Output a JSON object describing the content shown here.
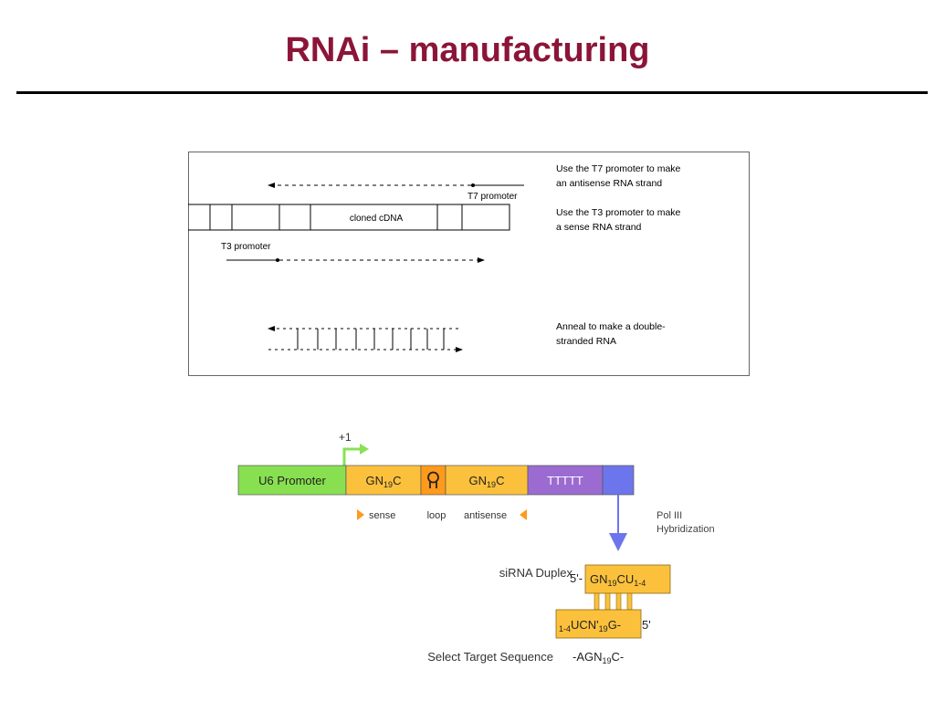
{
  "slide": {
    "title": "RNAi – manufacturing"
  },
  "colors": {
    "title": "#8b1538",
    "promoter": "#88e050",
    "gnc": "#fcc13c",
    "loop": "#ff9a1a",
    "ttttt": "#9b6bd1",
    "blue": "#6d75ec",
    "arrow_green": "#8be054"
  },
  "top_diagram": {
    "t7_label": "T7 promoter",
    "t3_label": "T3 promoter",
    "cdna_label": "cloned cDNA",
    "note_t7_line1": "Use the T7 promoter to make",
    "note_t7_line2": "an antisense RNA strand",
    "note_t3_line1": "Use the T3 promoter to make",
    "note_t3_line2": "a sense RNA strand",
    "note_anneal_line1": "Anneal to make a double-",
    "note_anneal_line2": "stranded RNA"
  },
  "bottom_diagram": {
    "plus1": "+1",
    "u6": "U6 Promoter",
    "gn": "GN",
    "n19": "19",
    "c": "C",
    "ttttt": "TTTTT",
    "sense": "sense",
    "loop": "loop",
    "antisense": "antisense",
    "pol_line1": "Pol III",
    "pol_line2": "Hybridization",
    "sirna_duplex": "siRNA Duplex",
    "top_prefix": "5'-",
    "top_cu": "CU",
    "top_sub": "1-4",
    "bottom_sub": "1-4",
    "bottom_ucn": "UCN'",
    "bottom_g": "G-",
    "bottom_suffix": "5'",
    "select_target": "Select Target Sequence",
    "target_prefix": "-AGN",
    "target_suffix": "C-"
  }
}
